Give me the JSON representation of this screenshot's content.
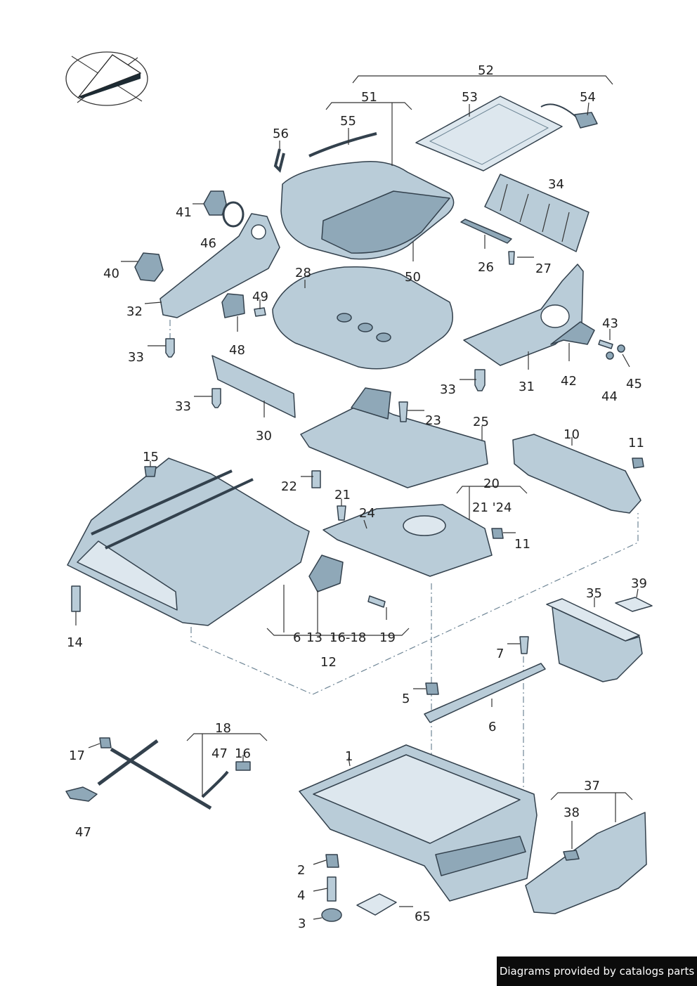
{
  "callouts": {
    "c1": "1",
    "c2": "2",
    "c3": "3",
    "c4": "4",
    "c5": "5",
    "c6a": "6",
    "c6b": "6",
    "c7": "7",
    "c10": "10",
    "c11a": "11",
    "c11b": "11",
    "c12": "12",
    "c13": "13",
    "c14": "14",
    "c15": "15",
    "c16": "16",
    "c16_18": "16-18",
    "c17": "17",
    "c18": "18",
    "c19": "19",
    "c20": "20",
    "c21": "21",
    "c21_24": "21 '24",
    "c22": "22",
    "c23": "23",
    "c24": "24",
    "c25": "25",
    "c26": "26",
    "c27": "27",
    "c28": "28",
    "c30": "30",
    "c31": "31",
    "c32": "32",
    "c33a": "33",
    "c33b": "33",
    "c33c": "33",
    "c34": "34",
    "c35": "35",
    "c37": "37",
    "c38": "38",
    "c39": "39",
    "c40": "40",
    "c41": "41",
    "c42": "42",
    "c43": "43",
    "c44": "44",
    "c45": "45",
    "c46": "46",
    "c47a": "47",
    "c47b": "47",
    "c48": "48",
    "c49": "49",
    "c50": "50",
    "c51": "51",
    "c52": "52",
    "c53": "53",
    "c54": "54",
    "c55": "55",
    "c56": "56",
    "c65": "65"
  },
  "watermark": "Diagrams provided by catalogs parts",
  "colors": {
    "part_fill": "#b9ccd8",
    "part_dark": "#8fa8b8",
    "outline": "#33414d",
    "watermark_bg": "#0b0b0b"
  }
}
